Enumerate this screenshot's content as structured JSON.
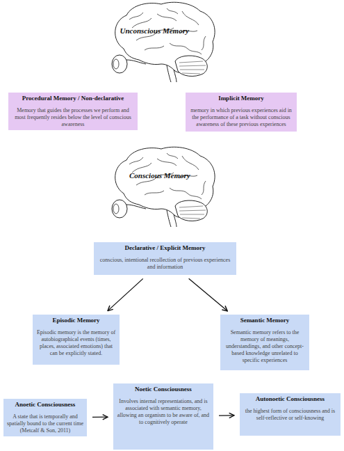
{
  "diagram": {
    "nodes": [
      {
        "text": [
          "Procedural Memory / Non-declarative",
          "Memory that guides the processes we perform and most frequently resides below the level of conscious awareness"
        ]
      },
      {
        "text": [
          "Implicit Memory",
          "memory in which previous experiences aid in the performance of a task without conscious awareness of these previous experiences"
        ]
      },
      {
        "text": [
          "Declarative / Explicit Memory",
          "conscious, intentional recollection of previous experiences and information"
        ]
      },
      {
        "text": [
          "Episodic Memory",
          "Episodic memory is the memory of autobiographical events (times, places, associated emotions) that can be explicitly stated."
        ]
      },
      {
        "text": [
          "Semantic Memory",
          "Semantic memory refers to the memory of meanings, understandings, and other concept-based knowledge unrelated to specific experiences"
        ]
      },
      {
        "text": [
          "Anoetic Consciousness",
          "A state that is temporally and spatially bound to the current time (Metcalf & Son, 2011)"
        ]
      },
      {
        "text": [
          "Noetic Consciousness",
          "Involves internal representations, and is associated with semantic memory, allowing an organism to be aware of, and to cognitively operate"
        ]
      },
      {
        "text": [
          "Autonoetic Consciousness",
          "the highest form of consciousness and is self-reflective or self-knowing"
        ]
      }
    ],
    "edges": [
      {
        "from": 2,
        "to": 3,
        "arrow": "to"
      },
      {
        "from": 2,
        "to": 4,
        "arrow": "to"
      },
      {
        "from": 5,
        "to": 6,
        "arrow": "to"
      },
      {
        "from": 6,
        "to": 7,
        "arrow": "to"
      }
    ],
    "labels": [
      "Unconscious Memory",
      "Conscious Memory"
    ]
  }
}
